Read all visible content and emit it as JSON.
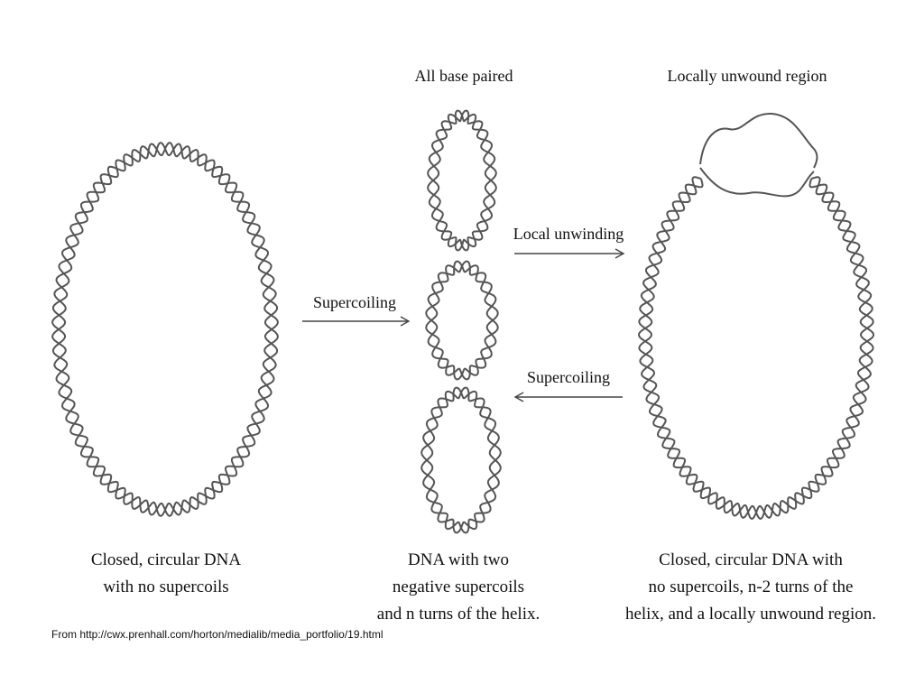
{
  "labels": {
    "top_center": "All base paired",
    "top_right": "Locally unwound region",
    "arrow_supercoiling_left": "Supercoiling",
    "arrow_local_unwinding": "Local unwinding",
    "arrow_supercoiling_right": "Supercoiling"
  },
  "captions": {
    "left": [
      "Closed, circular DNA",
      "with no supercoils"
    ],
    "center": [
      "DNA with two",
      "negative supercoils",
      "and n turns of the helix."
    ],
    "right": [
      "Closed, circular DNA with",
      "no supercoils, n-2 turns of the",
      "helix, and a locally unwound region."
    ]
  },
  "source": "From http://cwx.prenhall.com/horton/medialib/media_portfolio/19.html"
}
